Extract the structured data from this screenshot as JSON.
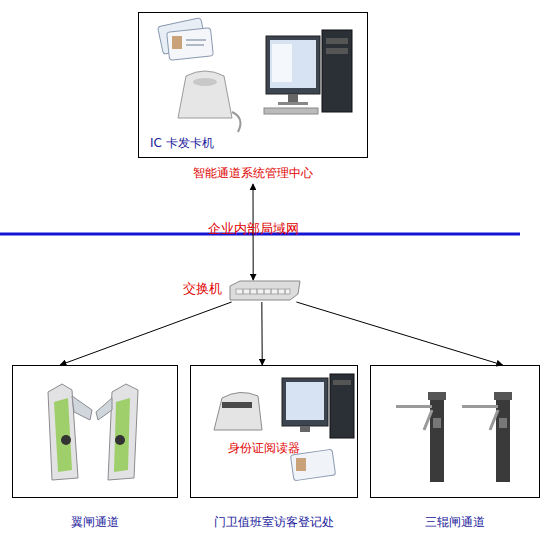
{
  "diagram": {
    "nodes": [
      {
        "text": [
          "IC 卡发卡机",
          "智能通道系统管理中心"
        ]
      },
      {
        "text": [
          "交换机"
        ]
      },
      {
        "text": [
          "翼闸通道"
        ]
      },
      {
        "text": [
          "身份证阅读器",
          "门卫值班室访客登记处"
        ]
      },
      {
        "text": [
          "三辊闸通道"
        ]
      }
    ],
    "edges": [
      {
        "from": 0,
        "to": 1,
        "arrow": "both"
      },
      {
        "from": 1,
        "to": 2,
        "arrow": "to"
      },
      {
        "from": 1,
        "to": 3,
        "arrow": "to"
      },
      {
        "from": 1,
        "to": 4,
        "arrow": "to"
      }
    ],
    "labels": [
      "企业内部局域网"
    ]
  }
}
